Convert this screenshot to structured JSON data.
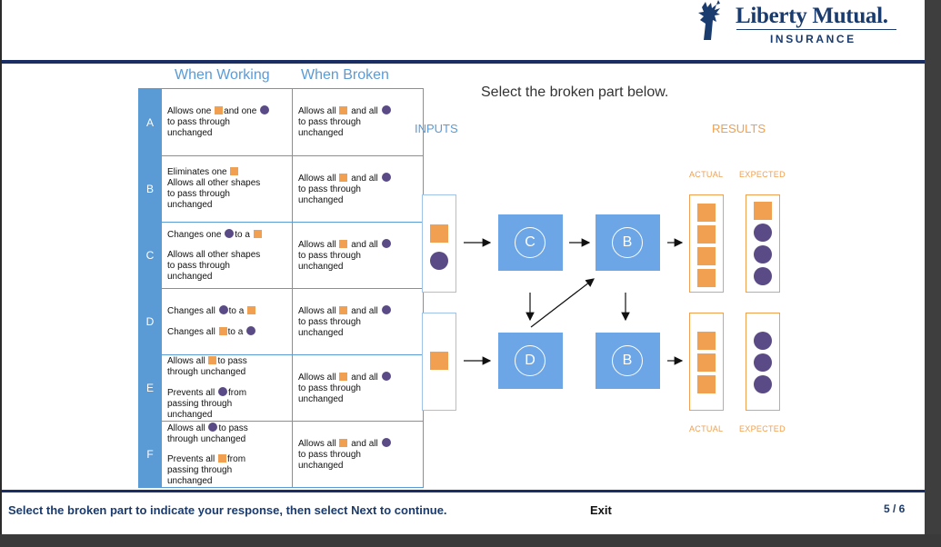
{
  "brand": {
    "name": "Liberty Mutual.",
    "sub": "INSURANCE"
  },
  "table": {
    "headers": {
      "working": "When Working",
      "broken": "When Broken"
    },
    "rows": [
      {
        "letter": "A",
        "working": [
          [
            "Allows one ",
            "sq",
            "and one ",
            "ci"
          ],
          [
            "to pass through"
          ],
          [
            "unchanged"
          ]
        ],
        "broken": [
          [
            "Allows all ",
            "sq",
            " and all ",
            "ci"
          ],
          [
            "to pass through"
          ],
          [
            "unchanged"
          ]
        ]
      },
      {
        "letter": "B",
        "working": [
          [
            "Eliminates one ",
            "sq"
          ],
          [
            "Allows all other shapes"
          ],
          [
            "to pass through"
          ],
          [
            "unchanged"
          ]
        ],
        "broken": [
          [
            "Allows all ",
            "sq",
            " and all ",
            "ci"
          ],
          [
            "to pass through"
          ],
          [
            "unchanged"
          ]
        ]
      },
      {
        "letter": "C",
        "working": [
          [
            "Changes one ",
            "ci",
            "to a ",
            "sq"
          ],
          [
            "gap"
          ],
          [
            "Allows all other shapes"
          ],
          [
            "to pass through"
          ],
          [
            "unchanged"
          ]
        ],
        "broken": [
          [
            "Allows all ",
            "sq",
            " and all ",
            "ci"
          ],
          [
            "to pass through"
          ],
          [
            "unchanged"
          ]
        ]
      },
      {
        "letter": "D",
        "working": [
          [
            "Changes all ",
            "ci",
            "to a ",
            "sq"
          ],
          [
            "gap"
          ],
          [
            "Changes all ",
            "sq",
            "to a ",
            "ci"
          ]
        ],
        "broken": [
          [
            "Allows all ",
            "sq",
            " and all ",
            "ci"
          ],
          [
            "to pass through"
          ],
          [
            "unchanged"
          ]
        ]
      },
      {
        "letter": "E",
        "working": [
          [
            "Allows all ",
            "sq",
            "to pass"
          ],
          [
            "through unchanged"
          ],
          [
            "gap"
          ],
          [
            "Prevents all ",
            "ci",
            "from"
          ],
          [
            "passing through"
          ],
          [
            "unchanged"
          ]
        ],
        "broken": [
          [
            "Allows all ",
            "sq",
            " and all ",
            "ci"
          ],
          [
            "to pass through"
          ],
          [
            "unchanged"
          ]
        ]
      },
      {
        "letter": "F",
        "working": [
          [
            "Allows all ",
            "ci",
            "to pass"
          ],
          [
            "through unchanged"
          ],
          [
            "gap"
          ],
          [
            "Prevents all ",
            "sq",
            "from"
          ],
          [
            "passing through"
          ],
          [
            "unchanged"
          ]
        ],
        "broken": [
          [
            "Allows all ",
            "sq",
            " and all ",
            "ci"
          ],
          [
            "to pass through"
          ],
          [
            "unchanged"
          ]
        ]
      }
    ]
  },
  "diagram": {
    "prompt": "Select the broken part below.",
    "inputs_label": "INPUTS",
    "results_label": "RESULTS",
    "actual_label": "ACTUAL",
    "expected_label": "EXPECTED",
    "parts": {
      "top_left": "C",
      "top_right": "B",
      "bottom_left": "D",
      "bottom_right": "B"
    },
    "top_input": [
      "square",
      "circle"
    ],
    "bottom_input": [
      "square"
    ],
    "top_actual": [
      "square",
      "square",
      "square",
      "square"
    ],
    "top_expected": [
      "square",
      "circle",
      "circle",
      "circle"
    ],
    "bottom_actual": [
      "square",
      "square",
      "square"
    ],
    "bottom_expected": [
      "circle",
      "circle",
      "circle"
    ]
  },
  "footer": {
    "instruction": "Select the broken part to indicate your response, then select Next to continue.",
    "exit": "Exit",
    "page": "5 / 6"
  },
  "colors": {
    "navy": "#1a2e63",
    "blue": "#5b9bd5",
    "orange": "#f0a050",
    "purple": "#5a4a85"
  }
}
